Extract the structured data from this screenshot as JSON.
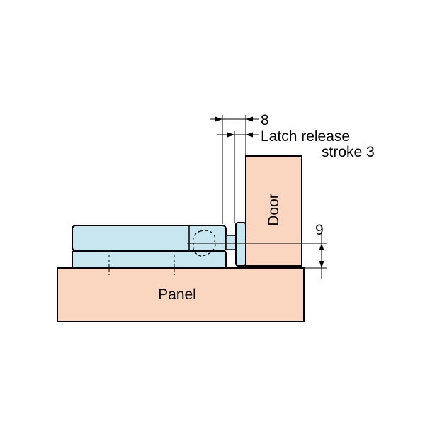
{
  "labels": {
    "door": "Door",
    "panel": "Panel",
    "dim_8": "8",
    "latch_line1": "Latch release",
    "latch_line2": "stroke 3",
    "dim_9": "9"
  },
  "colors": {
    "wood": "#fad6c0",
    "latch_blue": "#c8e6ef",
    "outline": "#000000",
    "background": "#ffffff"
  }
}
